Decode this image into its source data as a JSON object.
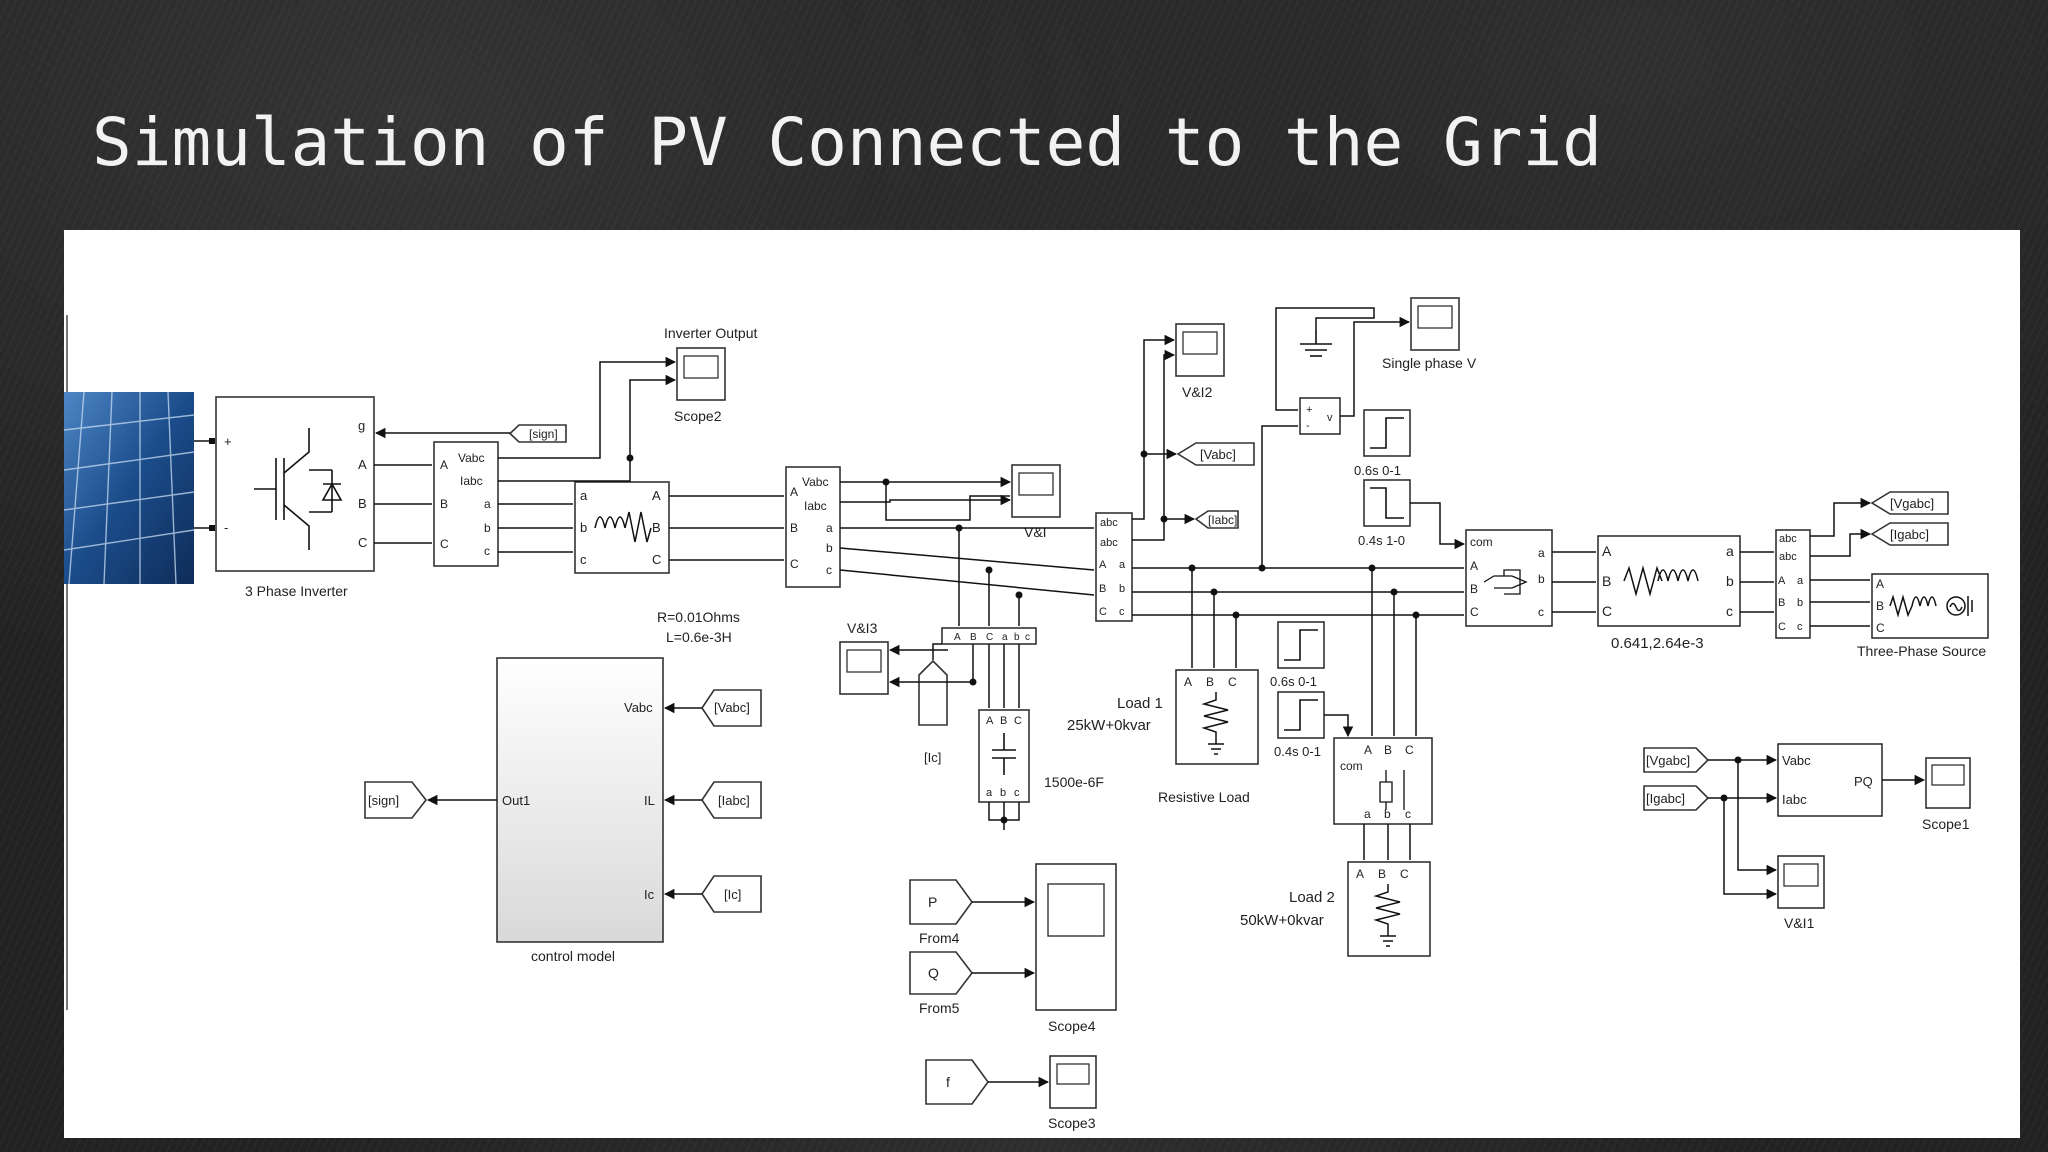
{
  "slide": {
    "title": "Simulation of PV Connected to the Grid"
  },
  "blocks": {
    "inverter": {
      "label": "3 Phase Inverter",
      "ports": [
        "+",
        "-",
        "g",
        "A",
        "B",
        "C"
      ]
    },
    "inverter_output": {
      "label": "Inverter Output"
    },
    "scope2": {
      "label": "Scope2"
    },
    "meas1": {
      "ports": [
        "A",
        "B",
        "C",
        "Vabc",
        "Iabc",
        "a",
        "b",
        "c"
      ]
    },
    "goto_sign": {
      "tag": "[sign]"
    },
    "rl_filter": {
      "ports": [
        "a",
        "b",
        "c",
        "A",
        "B",
        "C"
      ],
      "params": [
        "R=0.01Ohms",
        "L=0.6e-3H"
      ]
    },
    "meas2": {
      "ports": [
        "A",
        "B",
        "C",
        "Vabc",
        "Iabc",
        "a",
        "b",
        "c"
      ]
    },
    "scope_vi": {
      "label": "V&I"
    },
    "scope_vi3": {
      "label": "V&I3"
    },
    "cap_meas": {
      "ports": [
        "A",
        "B",
        "C",
        "a",
        "b",
        "c"
      ]
    },
    "goto_ic": {
      "tag": "[Ic]"
    },
    "capacitor": {
      "label": "1500e-6F",
      "ports": [
        "A",
        "B",
        "C",
        "a",
        "b",
        "c"
      ]
    },
    "meas3": {
      "ports": [
        "abc",
        "abc",
        "A",
        "B",
        "C",
        "a",
        "b",
        "c"
      ]
    },
    "scope_vi2": {
      "label": "V&I2"
    },
    "goto_vabc": {
      "tag": "[Vabc]"
    },
    "goto_iabc": {
      "tag": "[Iabc]"
    },
    "ground": {
      "label": ""
    },
    "voltmeter": {
      "ports": [
        "+",
        "-",
        "v"
      ]
    },
    "single_phase_v": {
      "label": "Single phase V"
    },
    "step1": {
      "label": "0.6s  0-1"
    },
    "step2": {
      "label": "0.4s  1-0"
    },
    "breaker1": {
      "ports": [
        "com",
        "A",
        "B",
        "C",
        "a",
        "b",
        "c"
      ]
    },
    "line_rl": {
      "label": "0.641,2.64e-3",
      "ports": [
        "A",
        "B",
        "C",
        "a",
        "b",
        "c"
      ]
    },
    "meas4": {
      "ports": [
        "abc",
        "abc",
        "A",
        "B",
        "C",
        "a",
        "b",
        "c"
      ]
    },
    "goto_vgabc": {
      "tag": "[Vgabc]"
    },
    "goto_igabc": {
      "tag": "[Igabc]"
    },
    "source": {
      "label": "Three-Phase Source",
      "ports": [
        "A",
        "B",
        "C"
      ]
    },
    "load1": {
      "label": "Load 1",
      "value": "25kW+0kvar",
      "caption": "Resistive Load",
      "ports": [
        "A",
        "B",
        "C"
      ]
    },
    "step3": {
      "label": "0.6s  0-1"
    },
    "step4": {
      "label": "0.4s  0-1"
    },
    "breaker2": {
      "ports": [
        "com",
        "A",
        "B",
        "C",
        "a",
        "b",
        "c"
      ]
    },
    "load2": {
      "label": "Load 2",
      "value": "50kW+0kvar",
      "ports": [
        "A",
        "B",
        "C"
      ]
    },
    "control_model": {
      "label": "control model",
      "inputs": [
        "Vabc",
        "IL",
        "Ic"
      ],
      "output": "Out1"
    },
    "from_vabc": {
      "tag": "[Vabc]"
    },
    "from_iabc": {
      "tag": "[Iabc]"
    },
    "from_ic": {
      "tag": "[Ic]"
    },
    "goto_sign2": {
      "tag": "[sign]"
    },
    "from4": {
      "tag": "P",
      "label": "From4"
    },
    "from5": {
      "tag": "Q",
      "label": "From5"
    },
    "scope4": {
      "label": "Scope4"
    },
    "from_f": {
      "tag": "f"
    },
    "scope3": {
      "label": "Scope3"
    },
    "from_vgabc": {
      "tag": "[Vgabc]"
    },
    "from_igabc": {
      "tag": "[Igabc]"
    },
    "pq": {
      "ports": [
        "Vabc",
        "Iabc",
        "PQ"
      ]
    },
    "scope1": {
      "label": "Scope1"
    },
    "scope_vi1": {
      "label": "V&I1"
    }
  },
  "colors": {
    "panel_bg": "#1c1c1c",
    "canvas_bg": "#ffffff",
    "line": "#111111",
    "solar_blue": "#1d4f8a"
  },
  "icons": [
    "solar-panel-icon",
    "igbt-icon",
    "scope-icon",
    "ground-icon",
    "step-icon",
    "resistor-icon",
    "inductor-icon",
    "capacitor-icon",
    "ac-source-icon"
  ]
}
